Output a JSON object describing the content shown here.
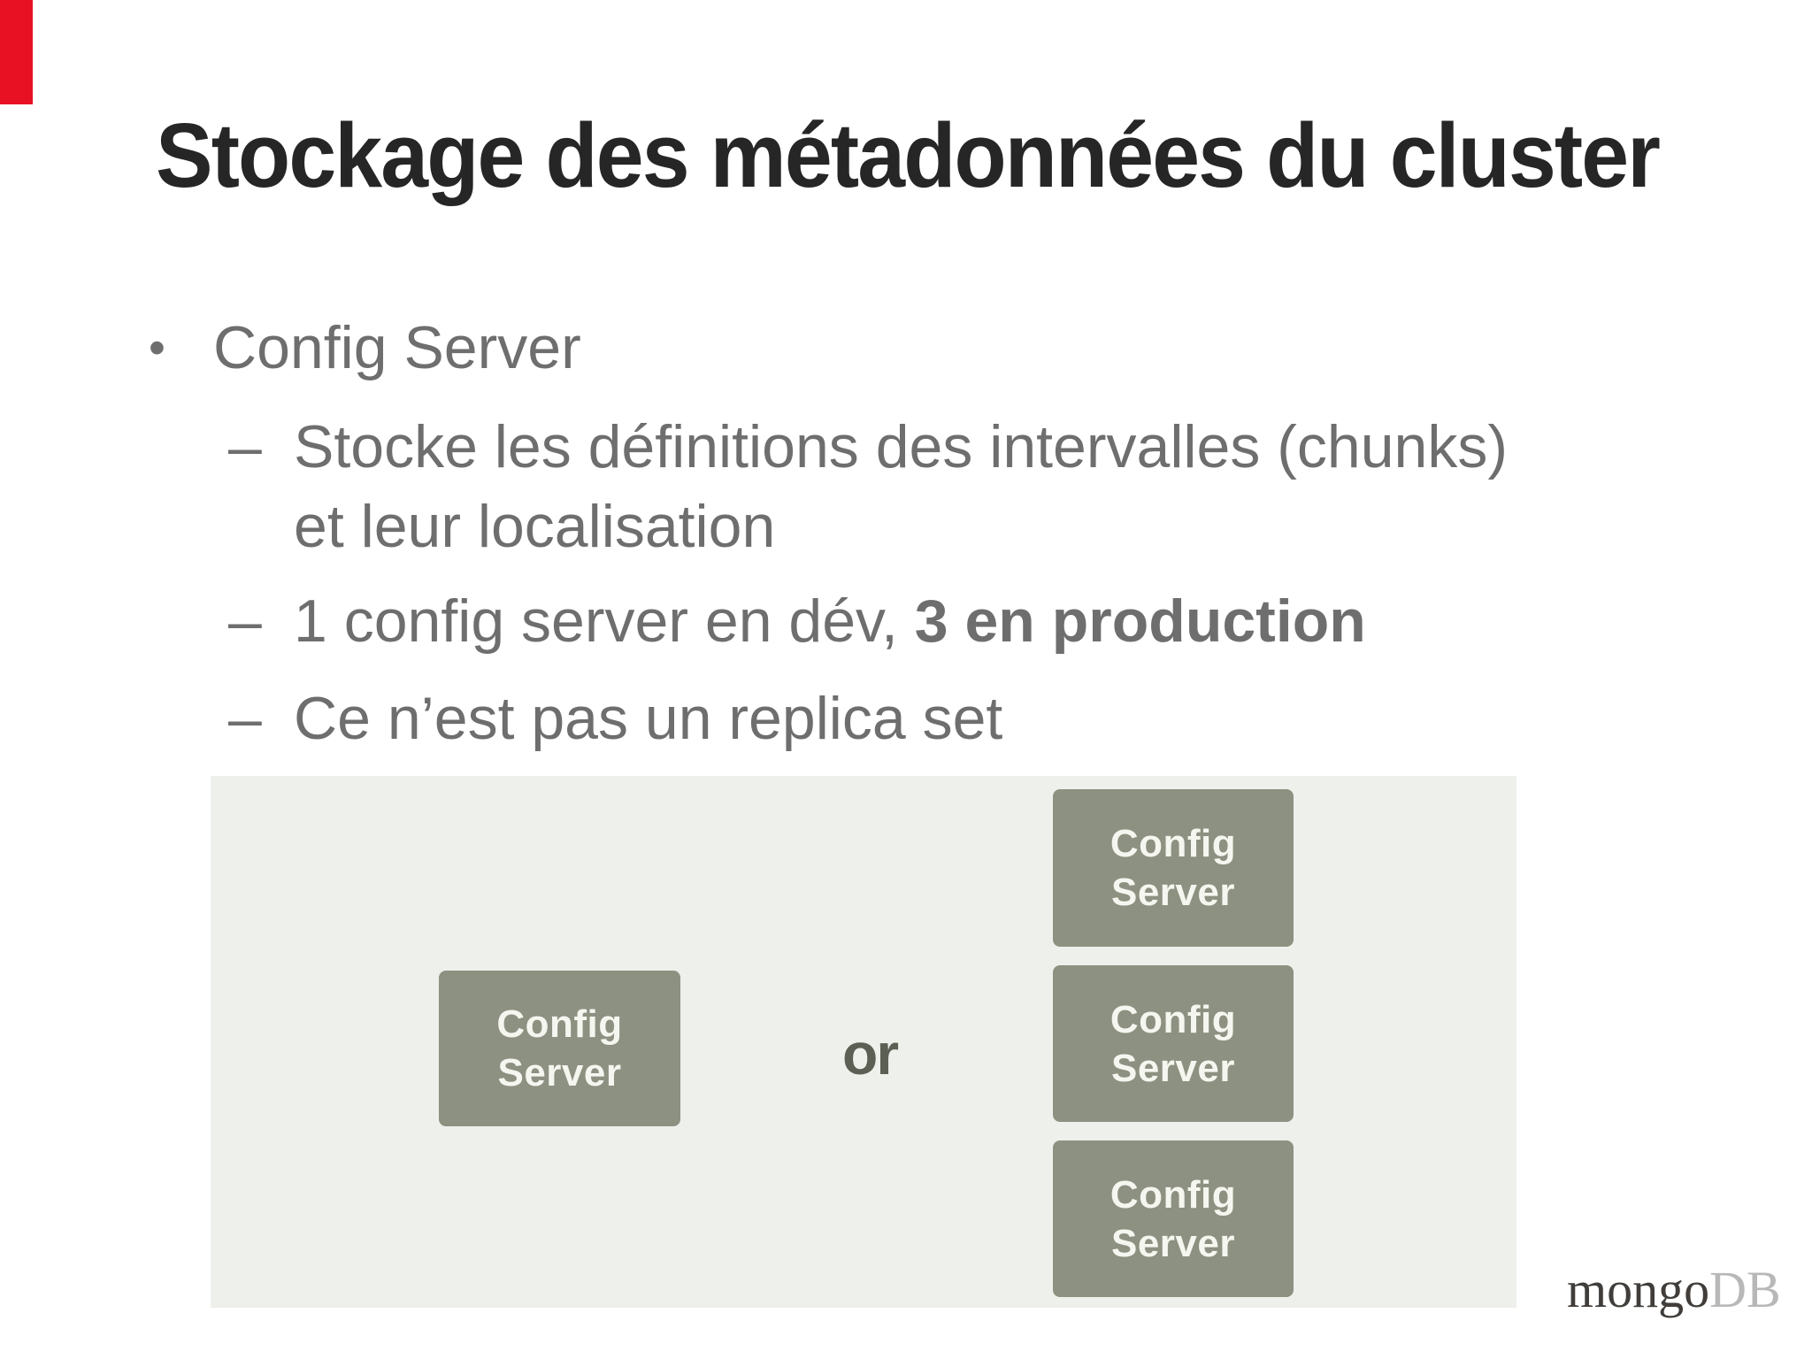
{
  "slide": {
    "title": "Stockage des métadonnées du cluster",
    "bullets": {
      "marker_glyph": "•",
      "dash_glyph": "–",
      "main": "Config Server",
      "items": [
        {
          "dash": true,
          "segments": [
            {
              "text": "Stocke les définitions des intervalles (chunks)",
              "bold": false
            }
          ]
        },
        {
          "dash": false,
          "segments": [
            {
              "text": "et leur localisation",
              "bold": false
            }
          ]
        },
        {
          "dash": true,
          "segments": [
            {
              "text": "1 config server en dév, ",
              "bold": false
            },
            {
              "text": "3 en production",
              "bold": true
            }
          ]
        },
        {
          "dash": true,
          "segments": [
            {
              "text": "Ce n’est pas un replica set",
              "bold": false
            }
          ]
        }
      ]
    },
    "diagram": {
      "single_box_lines": [
        "Config",
        "Server"
      ],
      "or_label": "or",
      "stack_boxes": [
        [
          "Config",
          "Server"
        ],
        [
          "Config",
          "Server"
        ],
        [
          "Config",
          "Server"
        ]
      ]
    },
    "logo": {
      "primary": "mongo",
      "secondary": "DB"
    },
    "colors": {
      "title": "#262626",
      "body_text": "#6e6e6e",
      "diagram_background": "#eef0eb",
      "box_fill": "#8d9181",
      "box_text": "#f5f6ef",
      "or_text": "#5c6054",
      "red_marker": "#e81123",
      "logo_primary": "#403d3a",
      "logo_secondary": "#b8b8b8"
    }
  }
}
